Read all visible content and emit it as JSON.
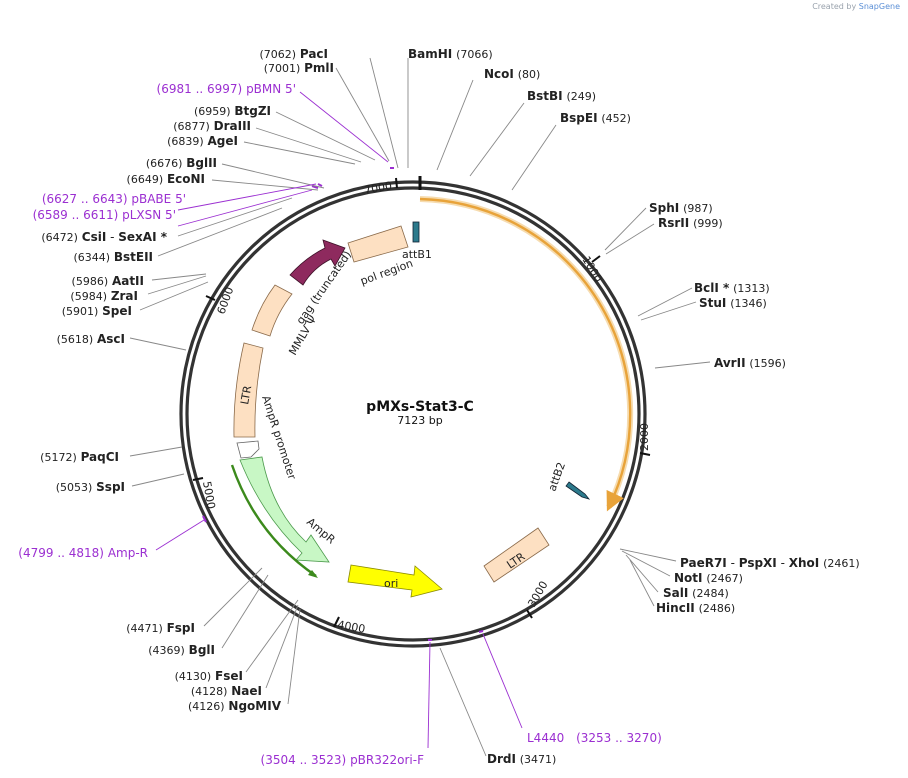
{
  "watermark": {
    "prefix": "Created by",
    "brand": "SnapGene"
  },
  "plasmid": {
    "name": "pMXs-Stat3-C",
    "size_label": "7123 bp"
  },
  "ticks": [
    "1000",
    "2000",
    "3000",
    "4000",
    "5000",
    "6000",
    "7000"
  ],
  "enzymes": {
    "PacI": {
      "name": "PacI",
      "pos": "(7062)"
    },
    "BamHI": {
      "name": "BamHI",
      "pos": "(7066)"
    },
    "PmlI": {
      "name": "PmlI",
      "pos": "(7001)"
    },
    "NcoI": {
      "name": "NcoI",
      "pos": "(80)"
    },
    "BstBI": {
      "name": "BstBI",
      "pos": "(249)"
    },
    "BspEI": {
      "name": "BspEI",
      "pos": "(452)"
    },
    "BtgZI": {
      "name": "BtgZI",
      "pos": "(6959)"
    },
    "DraIII": {
      "name": "DraIII",
      "pos": "(6877)"
    },
    "AgeI": {
      "name": "AgeI",
      "pos": "(6839)"
    },
    "BglII": {
      "name": "BglII",
      "pos": "(6676)"
    },
    "EcoNI": {
      "name": "EcoNI",
      "pos": "(6649)"
    },
    "CsiI": {
      "name": "CsiI",
      "pos": "(6472)"
    },
    "SexAI": {
      "name": "SexAI *"
    },
    "BstEII": {
      "name": "BstEII",
      "pos": "(6344)"
    },
    "AatII": {
      "name": "AatII",
      "pos": "(5986)"
    },
    "ZraI": {
      "name": "ZraI",
      "pos": "(5984)"
    },
    "SpeI": {
      "name": "SpeI",
      "pos": "(5901)"
    },
    "AscI": {
      "name": "AscI",
      "pos": "(5618)"
    },
    "PaqCI": {
      "name": "PaqCI",
      "pos": "(5172)"
    },
    "SspI": {
      "name": "SspI",
      "pos": "(5053)"
    },
    "FspI": {
      "name": "FspI",
      "pos": "(4471)"
    },
    "BglI": {
      "name": "BglI",
      "pos": "(4369)"
    },
    "FseI": {
      "name": "FseI",
      "pos": "(4130)"
    },
    "NaeI": {
      "name": "NaeI",
      "pos": "(4128)"
    },
    "NgoMIV": {
      "name": "NgoMIV",
      "pos": "(4126)"
    },
    "SphI": {
      "name": "SphI",
      "pos": "(987)"
    },
    "RsrII": {
      "name": "RsrII",
      "pos": "(999)"
    },
    "BclI": {
      "name": "BclI *",
      "pos": "(1313)"
    },
    "StuI": {
      "name": "StuI",
      "pos": "(1346)"
    },
    "AvrII": {
      "name": "AvrII",
      "pos": "(1596)"
    },
    "PaeR7I": {
      "name": "PaeR7I"
    },
    "PspXI": {
      "name": "PspXI"
    },
    "XhoI": {
      "name": "XhoI",
      "pos": "(2461)"
    },
    "NotI": {
      "name": "NotI",
      "pos": "(2467)"
    },
    "SalI": {
      "name": "SalI",
      "pos": "(2484)"
    },
    "HincII": {
      "name": "HincII",
      "pos": "(2486)"
    },
    "DrdI": {
      "name": "DrdI",
      "pos": "(3471)"
    }
  },
  "primers": {
    "pBMN5": {
      "name": "pBMN 5'",
      "range": "(6981 .. 6997)"
    },
    "pBABE5": {
      "name": "pBABE 5'",
      "range": "(6627 .. 6643)"
    },
    "pLXSN5": {
      "name": "pLXSN 5'",
      "range": "(6589 .. 6611)"
    },
    "AmpR": {
      "name": "Amp-R",
      "range": "(4799 .. 4818)"
    },
    "pBR322ori": {
      "name": "pBR322ori-F",
      "range": "(3504 .. 3523)"
    },
    "L4440": {
      "name": "L4440",
      "range": "(3253 .. 3270)"
    }
  },
  "features": {
    "attB1": "attB1",
    "attB2": "attB2",
    "pol": "pol region",
    "gag": "gag (truncated)",
    "mmlv": "MMLV Ψ",
    "ltr_left": "LTR",
    "ampr_promoter": "AmpR promoter",
    "ampr": "AmpR",
    "ori": "ori",
    "ltr_right": "LTR"
  },
  "colors": {
    "orf": "#e8a33a",
    "gag": "#8e2a5e",
    "ltr": "#fde0c2",
    "ampr": "#c8f7c5",
    "ori": "#ffff00",
    "primer": "#9b2fd1",
    "att": "#2c7a8c"
  }
}
